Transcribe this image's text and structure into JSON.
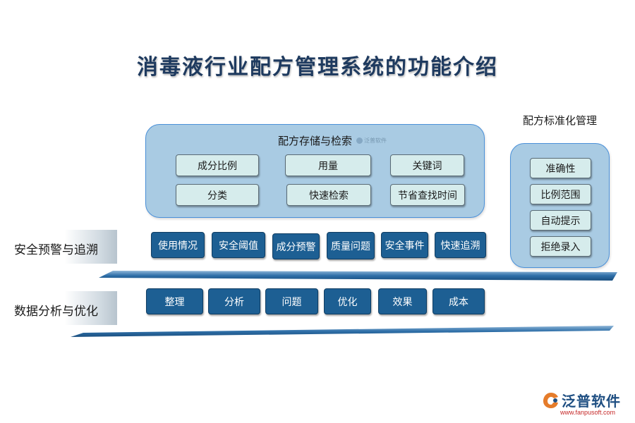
{
  "title": "消毒液行业配方管理系统的功能介绍",
  "storage_panel": {
    "heading": "配方存储与检索",
    "watermark": "泛普软件",
    "items": [
      "成分比例",
      "用量",
      "关键词",
      "分类",
      "快速检索",
      "节省查找时间"
    ]
  },
  "standard_panel": {
    "heading": "配方标准化管理",
    "items": [
      "准确性",
      "比例范围",
      "自动提示",
      "拒绝录入"
    ]
  },
  "safety_row": {
    "label": "安全预警与追溯",
    "items": [
      "使用情况",
      "安全阈值",
      "成分预警",
      "质量问题",
      "安全事件",
      "快速追溯"
    ]
  },
  "analysis_row": {
    "label": "数据分析与优化",
    "items": [
      "整理",
      "分析",
      "问题",
      "优化",
      "效果",
      "成本"
    ]
  },
  "logo": {
    "name": "泛普软件",
    "url": "www.fanpusoft.com"
  },
  "colors": {
    "title": "#1e3a5f",
    "panel_fill": "#a9cbe3",
    "panel_border": "#4a90d9",
    "light_button": "#d6ecec",
    "dark_button": "#1d5f93",
    "stripe": "#2e6fa8"
  }
}
